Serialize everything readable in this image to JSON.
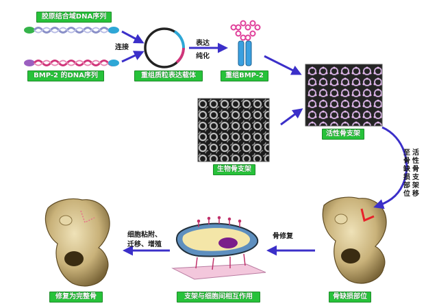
{
  "labels": {
    "collagen_dna": "胶原结合域DNA序列",
    "bmp2_dna": "BMP-2 的DNA序列",
    "recombinant_vector": "重组质粒表达载体",
    "recombinant_bmp2": "重组BMP-2",
    "active_scaffold": "活性骨支架",
    "bio_scaffold": "生物骨支架",
    "defect_site": "骨缺损部位",
    "scaffold_cell": "支架与细胞间相互作用",
    "repaired_bone": "修复为完整骨"
  },
  "notes": {
    "ligate": "连接",
    "express": "表达",
    "purify": "纯化",
    "bone_repair": "骨修复",
    "cell_line1": "细胞粘附、",
    "cell_line2": "迁移、增殖",
    "transfer_col1": "活性骨支架移",
    "transfer_col2": "至骨缺损部位"
  },
  "colors": {
    "arrow": "#3b2fc9",
    "label_bg": "#27c23a",
    "dna_collagen_strand": "#8a90c8",
    "dna_bmp2_strand": "#d0357a",
    "bone": "#c9b27a"
  }
}
